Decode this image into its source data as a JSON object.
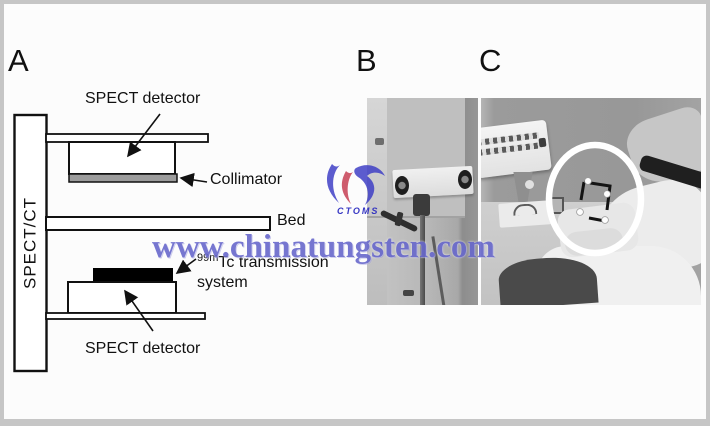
{
  "figure": {
    "panel_a_label": "A",
    "panel_b_label": "B",
    "panel_c_label": "C"
  },
  "schematic": {
    "machine_label": "SPECT/CT",
    "top_detector_label": "SPECT detector",
    "collimator_label": "Collimator",
    "bed_label": "Bed",
    "transmission_isotope": "99m",
    "transmission_line1": "Tc transmission",
    "transmission_line2": "system",
    "bottom_detector_label": "SPECT detector"
  },
  "watermark": {
    "url_text": "www.chinatungsten.com",
    "logo_caption": "CTOMS",
    "text_color": "#6868cc",
    "logo_blue": "#3b3bc4",
    "logo_red": "#c43b50"
  }
}
